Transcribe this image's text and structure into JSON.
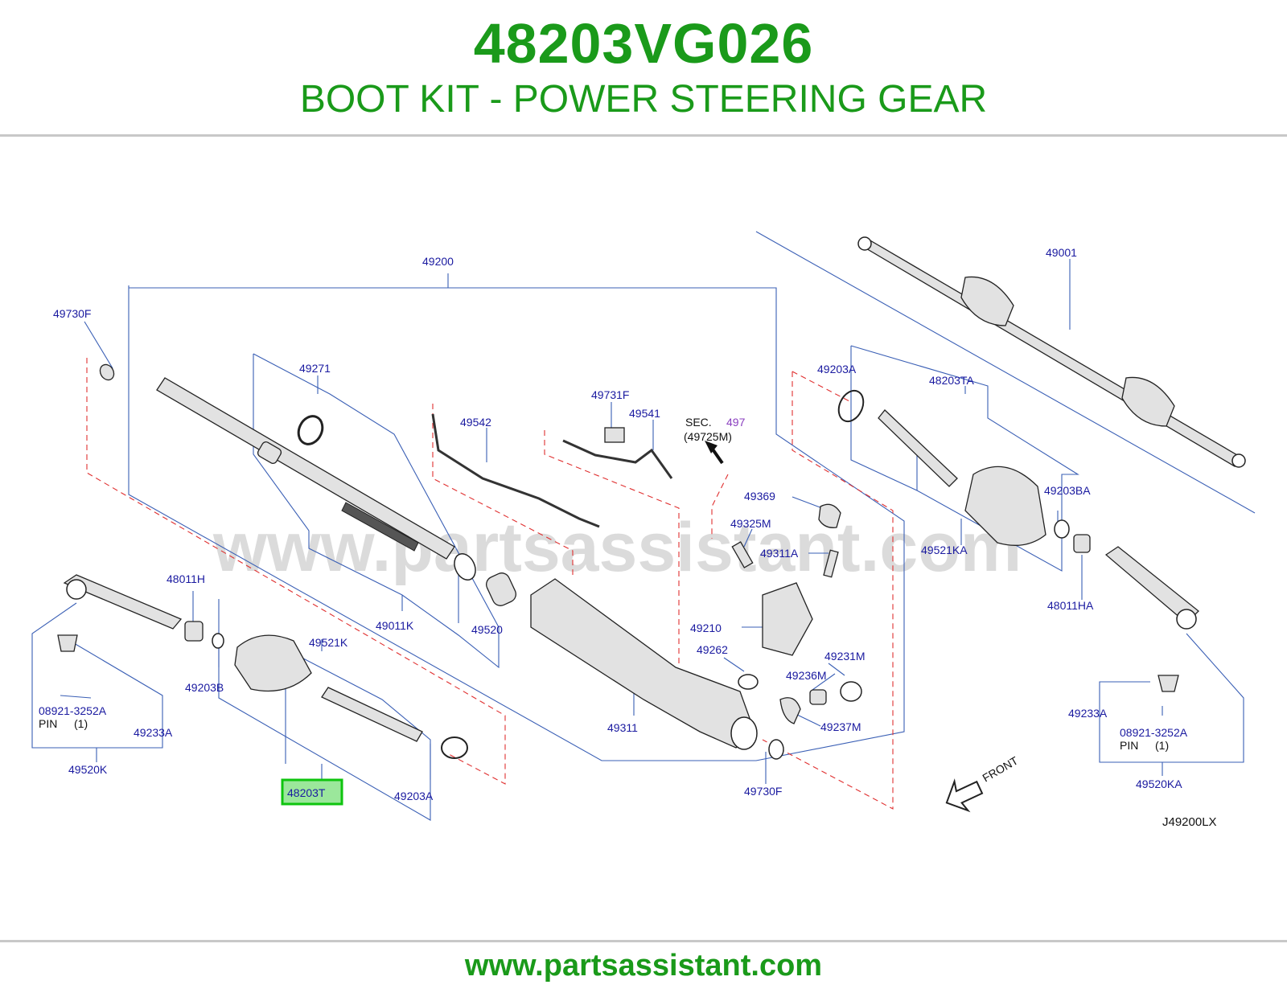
{
  "header": {
    "part_number": "48203VG026",
    "description": "BOOT KIT - POWER STEERING GEAR"
  },
  "footer": {
    "url": "www.partsassistant.com"
  },
  "watermark": "www.partsassistant.com",
  "diagram": {
    "code": "J49200LX",
    "highlight_color": "#0ec40e",
    "highlighted_part": "48203T",
    "front_label": "FRONT",
    "section_ref": {
      "prefix": "SEC.",
      "number": "497",
      "sub": "(49725M)"
    },
    "labels": {
      "p49200": "49200",
      "p49730F_top": "49730F",
      "p49271": "49271",
      "p49542": "49542",
      "p49731F": "49731F",
      "p49541": "49541",
      "p49001": "49001",
      "p49203A_top": "49203A",
      "p48203TA": "48203TA",
      "p49369": "49369",
      "p49325M": "49325M",
      "p49311A": "49311A",
      "p49203BA": "49203BA",
      "p49521KA": "49521KA",
      "p48011HA": "48011HA",
      "p48011H": "48011H",
      "p49011K": "49011K",
      "p49520": "49520",
      "p49210": "49210",
      "p49262": "49262",
      "p49231M": "49231M",
      "p49236M": "49236M",
      "p49237M": "49237M",
      "p49521K": "49521K",
      "p49203B": "49203B",
      "p49311": "49311",
      "p08921_left": "08921-3252A",
      "pin_left": "PIN",
      "pin_qty_left": "(1)",
      "p49233A_left": "49233A",
      "p49520K": "49520K",
      "p49203A_bottom": "49203A",
      "p49730F_bottom": "49730F",
      "p49233A_right": "49233A",
      "p08921_right": "08921-3252A",
      "pin_right": "PIN",
      "pin_qty_right": "(1)",
      "p49520KA": "49520KA"
    }
  }
}
